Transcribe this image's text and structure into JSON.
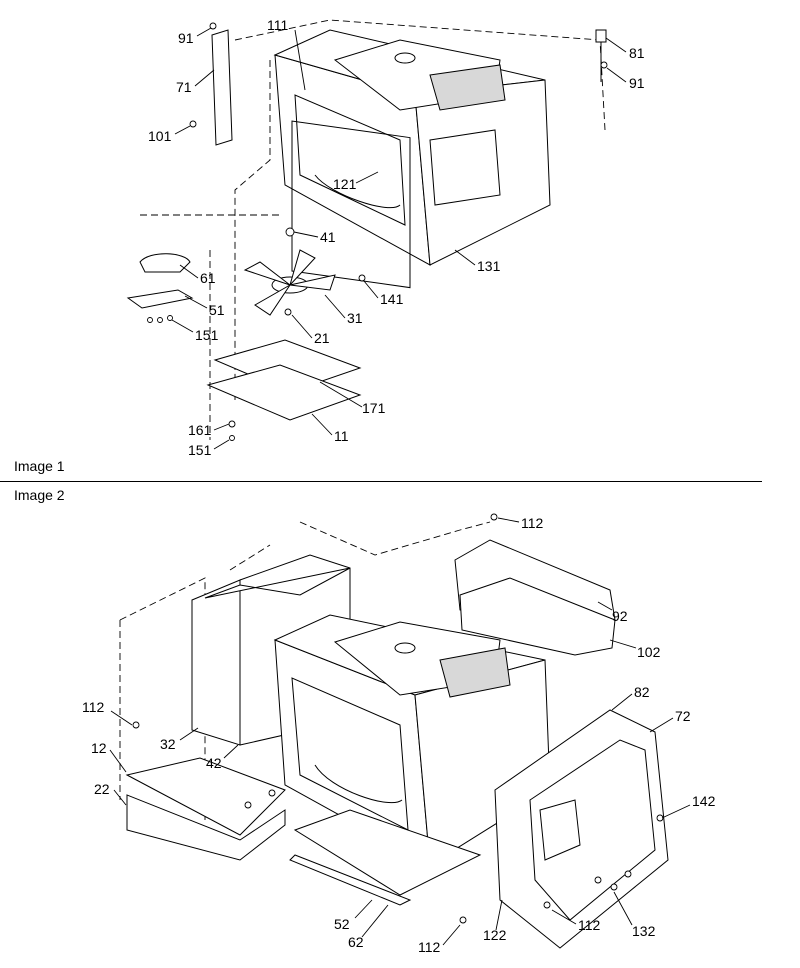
{
  "captions": {
    "image1": "Image 1",
    "image2": "Image 2"
  },
  "image1_callouts": [
    "91",
    "111",
    "81",
    "71",
    "91",
    "101",
    "121",
    "41",
    "61",
    "131",
    "51",
    "31",
    "141",
    "151",
    "21",
    "171",
    "161",
    "11",
    "151"
  ],
  "image2_callouts": [
    "112",
    "92",
    "102",
    "82",
    "72",
    "112",
    "32",
    "12",
    "42",
    "22",
    "142",
    "52",
    "62",
    "112",
    "122",
    "112",
    "132"
  ]
}
